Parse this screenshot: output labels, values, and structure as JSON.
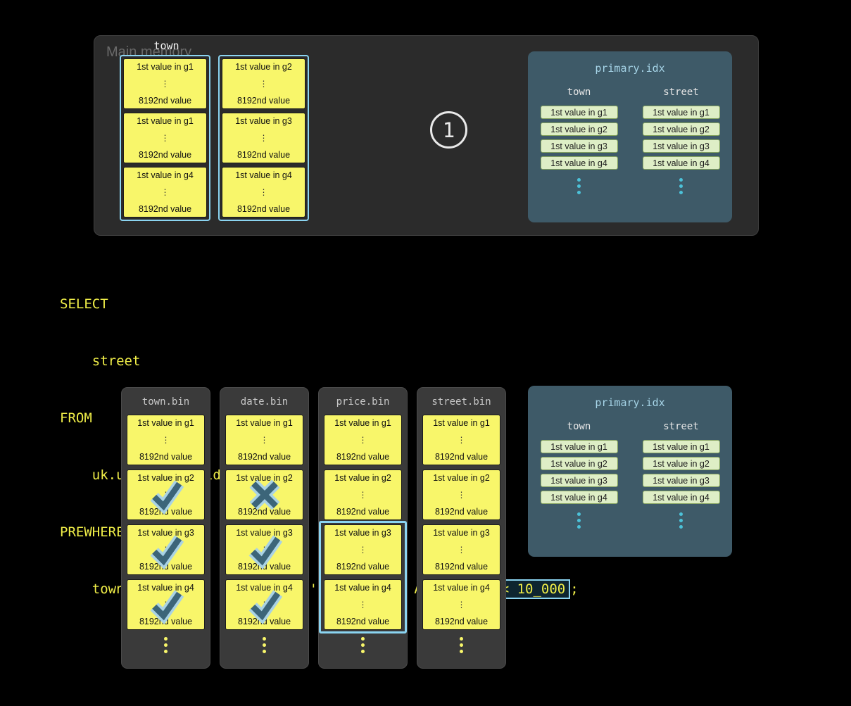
{
  "colors": {
    "accent_blue": "#8bd4f1",
    "granule_yellow": "#f8f66a",
    "index_panel_bg": "#3e5a68",
    "index_entry_green": "#deeec6",
    "teal_dot": "#4cc2d9",
    "sql_yellow": "#f0ee48",
    "mark_dark_blue": "#3c6579"
  },
  "main_memory": {
    "label": "Main memory",
    "column_label": "town",
    "step_badge": "1",
    "stacks": [
      {
        "blocks": [
          {
            "top": "1st value in g1",
            "bottom": "8192nd value",
            "mark": "none"
          },
          {
            "top": "1st value in g1",
            "bottom": "8192nd value",
            "mark": "none"
          },
          {
            "top": "1st value in g4",
            "bottom": "8192nd value",
            "mark": "none"
          }
        ]
      },
      {
        "blocks": [
          {
            "top": "1st value in g2",
            "bottom": "8192nd value",
            "mark": "none"
          },
          {
            "top": "1st value in g3",
            "bottom": "8192nd value",
            "mark": "none"
          },
          {
            "top": "1st value in g4",
            "bottom": "8192nd value",
            "mark": "none"
          }
        ]
      }
    ]
  },
  "primary_index": {
    "title": "primary.idx",
    "columns": [
      {
        "header": "town",
        "entries": [
          "1st value in g1",
          "1st value in g2",
          "1st value in g3",
          "1st value in g4"
        ]
      },
      {
        "header": "street",
        "entries": [
          "1st value in g1",
          "1st value in g2",
          "1st value in g3",
          "1st value in g4"
        ]
      }
    ]
  },
  "sql": {
    "lines": [
      "SELECT",
      "    street",
      "FROM",
      "    uk.uk_price_paid_simple",
      "PREWHERE"
    ],
    "where_line": {
      "prefix": "    town = 'LONDON' AND date > '2024-12-31' AND ",
      "highlighted": "price < 10_000",
      "suffix": ";"
    }
  },
  "bins": [
    {
      "title": "town.bin",
      "granules": [
        {
          "top": "1st value in g1",
          "bottom": "8192nd value",
          "mark": "none"
        },
        {
          "top": "1st value in g2",
          "bottom": "8192nd value",
          "mark": "check"
        },
        {
          "top": "1st value in g3",
          "bottom": "8192nd value",
          "mark": "check"
        },
        {
          "top": "1st value in g4",
          "bottom": "8192nd value",
          "mark": "check"
        }
      ]
    },
    {
      "title": "date.bin",
      "granules": [
        {
          "top": "1st value in g1",
          "bottom": "8192nd value",
          "mark": "none"
        },
        {
          "top": "1st value in g2",
          "bottom": "8192nd value",
          "mark": "cross"
        },
        {
          "top": "1st value in g3",
          "bottom": "8192nd value",
          "mark": "check"
        },
        {
          "top": "1st value in g4",
          "bottom": "8192nd value",
          "mark": "check"
        }
      ]
    },
    {
      "title": "price.bin",
      "highlight_granules": [
        2,
        3
      ],
      "granules": [
        {
          "top": "1st value in g1",
          "bottom": "8192nd value",
          "mark": "none"
        },
        {
          "top": "1st value in g2",
          "bottom": "8192nd value",
          "mark": "none"
        },
        {
          "top": "1st value in g3",
          "bottom": "8192nd value",
          "mark": "none"
        },
        {
          "top": "1st value in g4",
          "bottom": "8192nd value",
          "mark": "none"
        }
      ]
    },
    {
      "title": "street.bin",
      "granules": [
        {
          "top": "1st value in g1",
          "bottom": "8192nd value",
          "mark": "none"
        },
        {
          "top": "1st value in g2",
          "bottom": "8192nd value",
          "mark": "none"
        },
        {
          "top": "1st value in g3",
          "bottom": "8192nd value",
          "mark": "none"
        },
        {
          "top": "1st value in g4",
          "bottom": "8192nd value",
          "mark": "none"
        }
      ]
    }
  ]
}
